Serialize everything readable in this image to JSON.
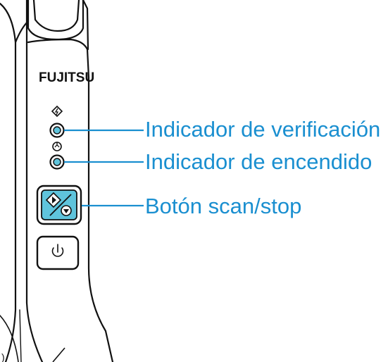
{
  "brand": {
    "logo_text": "FUJITSU"
  },
  "callouts": {
    "check_indicator": "Indicador de verificación",
    "power_indicator": "Indicador de encendido",
    "scan_stop_button": "Botón scan/stop"
  },
  "icons": {
    "check_indicator": "warning-diamond-icon",
    "power_indicator": "power-indicator-icon",
    "scan_stop_button": "scan-stop-icon",
    "power_button": "power-icon"
  },
  "colors": {
    "callout_text": "#1a8fd0",
    "callout_line": "#1a8fd0",
    "scan_button_fill": "#5fc4dc",
    "device_outline": "#111111"
  }
}
